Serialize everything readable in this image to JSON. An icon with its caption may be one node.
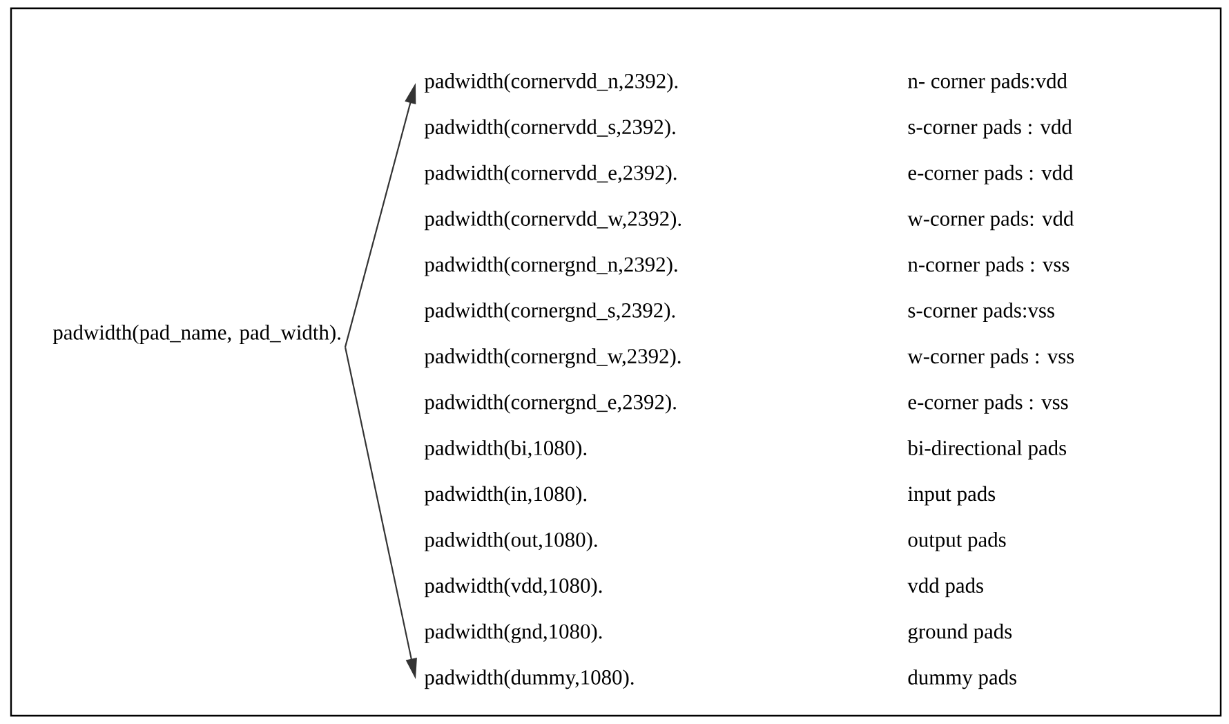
{
  "diagram": {
    "nodes": [
      {
        "text": [
          "padwidth(pad_name, pad_width)."
        ]
      },
      {
        "text": [
          "padwidth(cornervdd_n,2392)."
        ]
      },
      {
        "text": [
          "padwidth(dummy,1080)."
        ]
      }
    ],
    "edges": [
      {
        "from": 0,
        "to": 1,
        "arrow": "to"
      },
      {
        "from": 0,
        "to": 2,
        "arrow": "to"
      }
    ],
    "labels": [
      "n- corner pads:vdd",
      "padwidth(cornervdd_s,2392).",
      "s-corner pads : vdd",
      "padwidth(cornervdd_e,2392).",
      "e-corner pads : vdd",
      "padwidth(cornervdd_w,2392).",
      "w-corner pads: vdd",
      "padwidth(cornergnd_n,2392).",
      "n-corner pads : vss",
      "padwidth(cornergnd_s,2392).",
      "s-corner pads:vss",
      "padwidth(cornergnd_w,2392).",
      "w-corner pads : vss",
      "padwidth(cornergnd_e,2392).",
      "e-corner pads : vss",
      "padwidth(bi,1080).",
      "bi-directional pads",
      "padwidth(in,1080).",
      "input pads",
      "padwidth(out,1080).",
      "output pads",
      "padwidth(vdd,1080).",
      "vdd pads",
      "padwidth(gnd,1080).",
      "ground pads",
      "dummy pads"
    ]
  }
}
